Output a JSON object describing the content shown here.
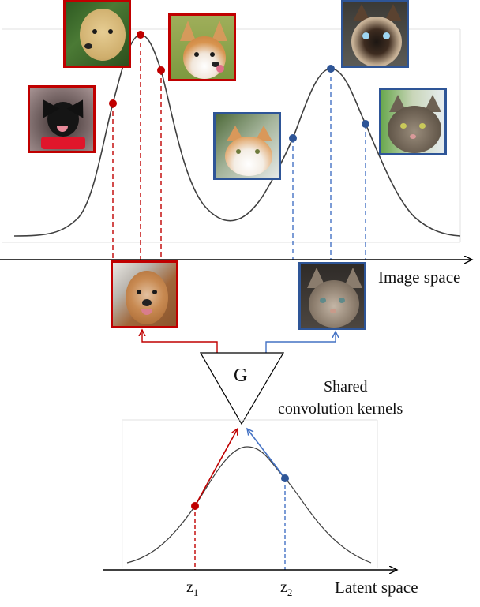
{
  "figure": {
    "image_axis_label": "Image space",
    "latent_axis_label": "Latent space",
    "generator_label": "G",
    "shared_label_line1": "Shared",
    "shared_label_line2": "convolution kernels",
    "z1_base": "z",
    "z1_sub": "1",
    "z2_base": "z",
    "z2_sub": "2"
  },
  "colors": {
    "dog_class": "#c00000",
    "cat_class": "#2e5597",
    "curve": "#404040",
    "axis": "#000000",
    "frame": "#d9d9d9"
  },
  "image_space": {
    "dog_samples": [
      {
        "name": "black-dog-photo",
        "point": [
          143,
          131
        ]
      },
      {
        "name": "labrador-photo",
        "point": [
          178,
          44
        ]
      },
      {
        "name": "corgi-photo",
        "point": [
          204,
          89
        ]
      }
    ],
    "cat_samples": [
      {
        "name": "orange-cat-photo",
        "point": [
          371,
          175
        ]
      },
      {
        "name": "siamese-cat-photo",
        "point": [
          419,
          87
        ]
      },
      {
        "name": "tabby-cat-photo",
        "point": [
          463,
          157
        ]
      }
    ],
    "generated": [
      {
        "name": "generated-golden-retriever-photo",
        "class": "dog"
      },
      {
        "name": "generated-kitten-photo",
        "class": "cat"
      }
    ]
  },
  "latent_space": {
    "points": [
      {
        "label": "z1",
        "class": "dog",
        "point": [
          247,
          641
        ]
      },
      {
        "label": "z2",
        "class": "cat",
        "point": [
          361,
          606
        ]
      }
    ]
  }
}
